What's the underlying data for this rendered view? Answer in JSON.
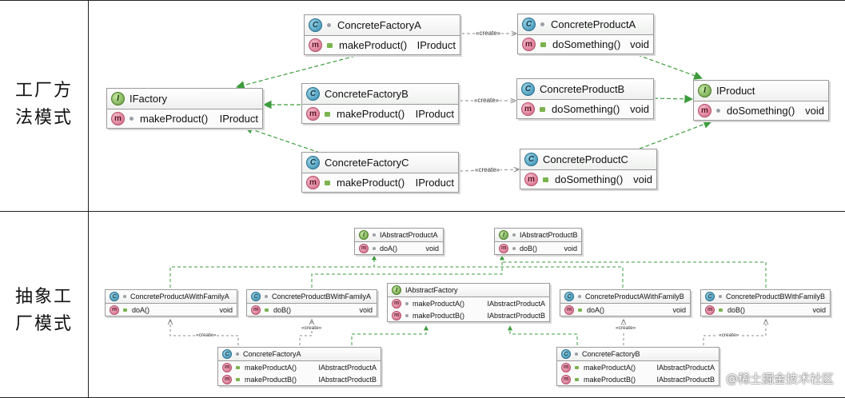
{
  "rows": {
    "factory_method": {
      "label_line1": "工厂方",
      "label_line2": "法模式"
    },
    "abstract_factory": {
      "label_line1": "抽象工",
      "label_line2": "厂模式"
    }
  },
  "stereotype": "«create»",
  "factory_method": {
    "ifactory": {
      "name": "IFactory",
      "kind": "interface",
      "method": "makeProduct()",
      "type": "IProduct"
    },
    "factory_a": {
      "name": "ConcreteFactoryA",
      "kind": "class",
      "method": "makeProduct()",
      "type": "IProduct"
    },
    "factory_b": {
      "name": "ConcreteFactoryB",
      "kind": "class",
      "method": "makeProduct()",
      "type": "IProduct"
    },
    "factory_c": {
      "name": "ConcreteFactoryC",
      "kind": "class",
      "method": "makeProduct()",
      "type": "IProduct"
    },
    "product_a": {
      "name": "ConcreteProductA",
      "kind": "class",
      "method": "doSomething()",
      "type": "void"
    },
    "product_b": {
      "name": "ConcreteProductB",
      "kind": "class",
      "method": "doSomething()",
      "type": "void"
    },
    "product_c": {
      "name": "ConcreteProductC",
      "kind": "class",
      "method": "doSomething()",
      "type": "void"
    },
    "iproduct": {
      "name": "IProduct",
      "kind": "interface",
      "method": "doSomething()",
      "type": "void"
    }
  },
  "abstract_factory": {
    "iproduct_a": {
      "name": "IAbstractProductA",
      "kind": "interface",
      "method": "doA()",
      "type": "void"
    },
    "iproduct_b": {
      "name": "IAbstractProductB",
      "kind": "interface",
      "method": "doB()",
      "type": "void"
    },
    "product_a_family_a": {
      "name": "ConcreteProductAWithFamilyA",
      "kind": "class",
      "method": "doA()",
      "type": "void"
    },
    "product_b_family_a": {
      "name": "ConcreteProductBWithFamilyA",
      "kind": "class",
      "method": "doB()",
      "type": "void"
    },
    "iabstract_factory": {
      "name": "IAbstractFactory",
      "kind": "interface",
      "methods": [
        {
          "method": "makeProductA()",
          "type": "IAbstractProductA"
        },
        {
          "method": "makeProductB()",
          "type": "IAbstractProductB"
        }
      ]
    },
    "product_a_family_b": {
      "name": "ConcreteProductAWithFamilyB",
      "kind": "class",
      "method": "doA()",
      "type": "void"
    },
    "product_b_family_b": {
      "name": "ConcreteProductBWithFamilyB",
      "kind": "class",
      "method": "doB()",
      "type": "void"
    },
    "factory_a": {
      "name": "ConcreteFactoryA",
      "kind": "class",
      "methods": [
        {
          "method": "makeProductA()",
          "type": "IAbstractProductA"
        },
        {
          "method": "makeProductB()",
          "type": "IAbstractProductB"
        }
      ]
    },
    "factory_b": {
      "name": "ConcreteFactoryB",
      "kind": "class",
      "methods": [
        {
          "method": "makeProductA()",
          "type": "IAbstractProductA"
        },
        {
          "method": "makeProductB()",
          "type": "IAbstractProductB"
        }
      ]
    }
  },
  "icons": {
    "class": "C",
    "interface": "I",
    "method": "m"
  },
  "colors": {
    "arrow": "#3c9c3c",
    "create_arrow": "#8a8a8a",
    "border": "#9a9a9a"
  },
  "watermark": "@稀土掘金技术社区"
}
